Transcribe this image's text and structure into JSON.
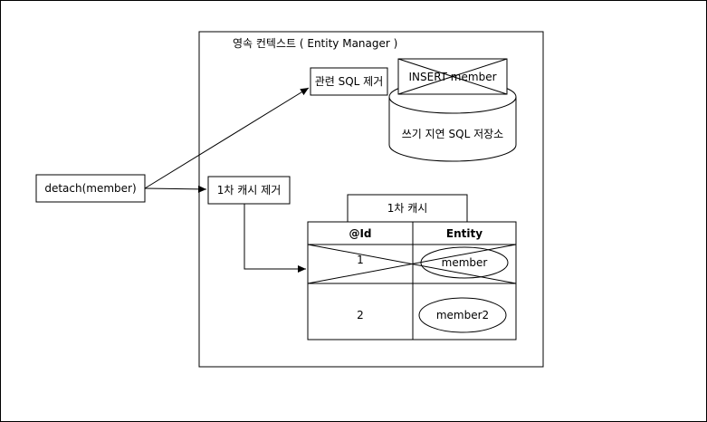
{
  "context": {
    "title": "영속 컨텍스트 ( Entity Manager )"
  },
  "detach_call": "detach(member)",
  "remove_sql": "관련 SQL 제거",
  "remove_cache": "1차 캐시 제거",
  "sql_store": {
    "query": "INSERT member",
    "label": "쓰기 지연 SQL 저장소"
  },
  "cache": {
    "title": "1차 캐시",
    "columns": [
      "@Id",
      "Entity"
    ],
    "rows": [
      {
        "id": "1",
        "entity": "member",
        "removed": true
      },
      {
        "id": "2",
        "entity": "member2",
        "removed": false
      }
    ]
  }
}
